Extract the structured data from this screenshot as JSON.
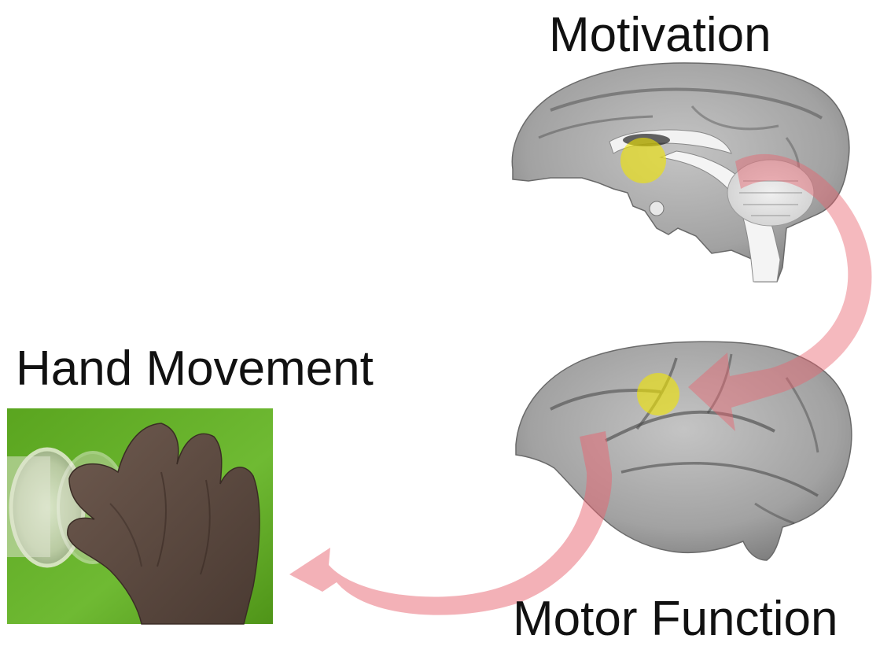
{
  "labels": {
    "motivation": "Motivation",
    "hand_movement": "Hand Movement",
    "motor_function": "Motor Function"
  },
  "colors": {
    "arrow": "#e8646f",
    "highlight": "#f2e600",
    "green_background": "#6bb52d",
    "brain_gray": "#a8a8a8"
  }
}
